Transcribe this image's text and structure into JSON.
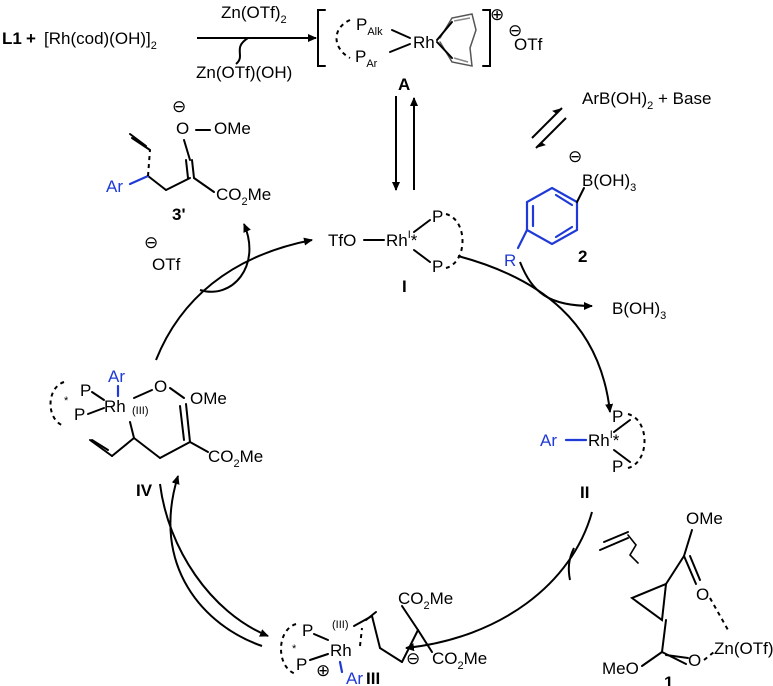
{
  "reagents": {
    "ligand": "L1",
    "plus": "+",
    "rh_dimer": "[Rh(cod)(OH)]",
    "rh_dimer_sub": "2",
    "zn_add": "Zn(OTf)",
    "zn_add_sub": "2",
    "zn_byproduct": "Zn(OTf)(OH)"
  },
  "complex_A": {
    "p_alk": "P",
    "p_alk_sub": "Alk",
    "p_ar": "P",
    "p_ar_sub": "Ar",
    "rh": "Rh",
    "charge_plus": "⊕",
    "charge_minus": "⊖",
    "counterion": "OTf",
    "label": "A"
  },
  "boronate": {
    "reagents": "ArB(OH)",
    "reagents_sub": "2",
    "reagents_tail": " + Base",
    "boron": "B(OH)",
    "boron_sub": "3",
    "charge": "⊖",
    "r_group": "R",
    "label": "2",
    "byproduct": "B(OH)",
    "byproduct_sub": "3"
  },
  "intermediate_I": {
    "otf": "TfO",
    "rh": "Rh",
    "ox": "I",
    "star": "*",
    "p1": "P",
    "p2": "P",
    "label": "I"
  },
  "intermediate_II": {
    "ar": "Ar",
    "rh": "Rh",
    "ox": "I",
    "star": "*",
    "p1": "P",
    "p2": "P",
    "label": "II"
  },
  "substrate_1": {
    "ome_top": "OMe",
    "o1": "O",
    "o2": "O",
    "zn": "Zn(OTf)",
    "zn_sub": "2",
    "meo": "MeO",
    "label": "1"
  },
  "intermediate_III": {
    "star": "*",
    "p1": "P",
    "p2": "P",
    "rh": "Rh",
    "ox": "(III)",
    "plus": "⊕",
    "ar": "Ar",
    "minus": "⊖",
    "ester_top": "CO",
    "ester_top_sub": "2",
    "ester_top_tail": "Me",
    "ester_bot": "CO",
    "ester_bot_sub": "2",
    "ester_bot_tail": "Me",
    "label": "III"
  },
  "intermediate_IV": {
    "star": "*",
    "p1": "P",
    "p2": "P",
    "ar": "Ar",
    "rh": "Rh",
    "ox": "(III)",
    "o": "O",
    "ome": "OMe",
    "ester": "CO",
    "ester_sub": "2",
    "ester_tail": "Me",
    "label": "IV"
  },
  "product_3": {
    "minus": "⊖",
    "o": "O",
    "ome": "OMe",
    "ar": "Ar",
    "ester": "CO",
    "ester_sub": "2",
    "ester_tail": "Me",
    "label": "3'",
    "otf_charge": "⊖",
    "otf": "OTf"
  },
  "colors": {
    "ink": "#000000",
    "aryl": "#1f3ad6"
  }
}
